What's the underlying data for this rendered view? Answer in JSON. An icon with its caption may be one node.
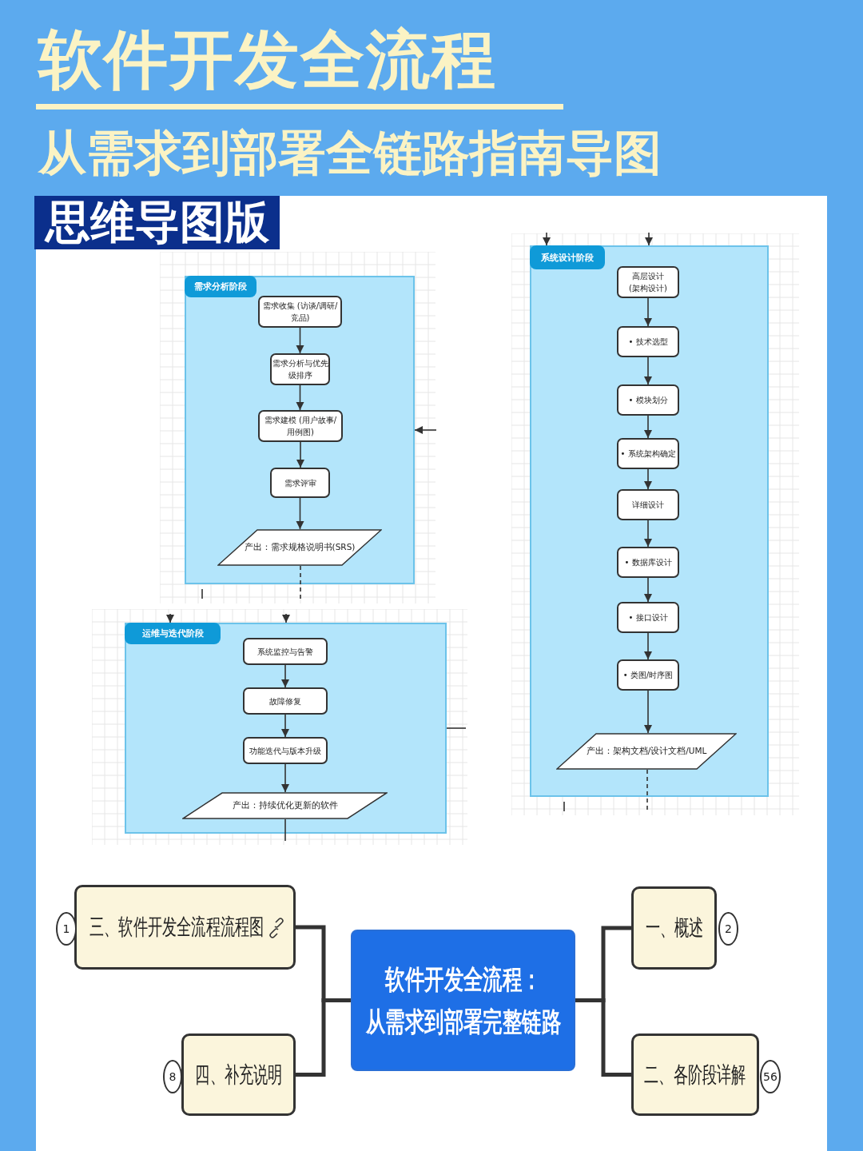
{
  "diagram": {
    "title": "软件开发全流程",
    "nodes": [
      {
        "text": [
          "需求分析阶段"
        ]
      },
      {
        "text": [
          "需求收集 (访谈/调研/竞品)"
        ],
        "in": 0
      },
      {
        "text": [
          "需求分析与优先级排序"
        ],
        "in": 0
      },
      {
        "text": [
          "需求建模 (用户故事/用例图)"
        ],
        "in": 0
      },
      {
        "text": [
          "需求评审"
        ],
        "in": 0
      },
      {
        "text": [
          "产出：需求规格说明书(SRS)"
        ],
        "in": 0
      },
      {
        "text": [
          "系统设计阶段"
        ]
      },
      {
        "text": [
          "高层设计 (架构设计)"
        ],
        "in": 6
      },
      {
        "text": [
          "• 技术选型"
        ],
        "in": 6
      },
      {
        "text": [
          "• 模块划分"
        ],
        "in": 6
      },
      {
        "text": [
          "• 系统架构确定"
        ],
        "in": 6
      },
      {
        "text": [
          "详细设计"
        ],
        "in": 6
      },
      {
        "text": [
          "• 数据库设计"
        ],
        "in": 6
      },
      {
        "text": [
          "• 接口设计"
        ],
        "in": 6
      },
      {
        "text": [
          "• 类图/时序图"
        ],
        "in": 6
      },
      {
        "text": [
          "产出：架构文档/设计文档/UML"
        ],
        "in": 6
      },
      {
        "text": [
          "运维与迭代阶段"
        ]
      },
      {
        "text": [
          "系统监控与告警"
        ],
        "in": 16
      },
      {
        "text": [
          "故障修复"
        ],
        "in": 16
      },
      {
        "text": [
          "功能迭代与版本升级"
        ],
        "in": 16
      },
      {
        "text": [
          "产出：持续优化更新的软件"
        ],
        "in": 16
      },
      {
        "text": [
          "软件开发全流程：从需求到部署完整链路"
        ]
      },
      {
        "text": [
          "三、软件开发全流程流程图"
        ],
        "beside": [
          "1"
        ]
      },
      {
        "text": [
          "四、补充说明"
        ],
        "beside": [
          "8"
        ]
      },
      {
        "text": [
          "一、概述"
        ],
        "beside": [
          "2"
        ]
      },
      {
        "text": [
          "二、各阶段详解"
        ],
        "beside": [
          "56"
        ]
      }
    ],
    "edges": [
      {
        "from": 1,
        "to": 2,
        "arrow": "to"
      },
      {
        "from": 2,
        "to": 3,
        "arrow": "to"
      },
      {
        "from": 3,
        "to": 4,
        "arrow": "to"
      },
      {
        "from": 4,
        "to": 5,
        "arrow": "to"
      },
      {
        "from": 5,
        "to": null,
        "arrow": "none",
        "style": "dashed"
      },
      {
        "from": null,
        "to": 0,
        "arrow": "to"
      },
      {
        "from": null,
        "to": 6,
        "arrow": "to"
      },
      {
        "from": null,
        "to": 6,
        "arrow": "to"
      },
      {
        "from": 7,
        "to": 8,
        "arrow": "to"
      },
      {
        "from": 8,
        "to": 9,
        "arrow": "to"
      },
      {
        "from": 9,
        "to": 10,
        "arrow": "to"
      },
      {
        "from": 10,
        "to": 11,
        "arrow": "to"
      },
      {
        "from": 11,
        "to": 12,
        "arrow": "to"
      },
      {
        "from": 12,
        "to": 13,
        "arrow": "to"
      },
      {
        "from": 13,
        "to": 14,
        "arrow": "to"
      },
      {
        "from": 14,
        "to": 15,
        "arrow": "to"
      },
      {
        "from": 15,
        "to": null,
        "arrow": "none",
        "style": "dashed"
      },
      {
        "from": null,
        "to": 16,
        "arrow": "to"
      },
      {
        "from": null,
        "to": 16,
        "arrow": "to"
      },
      {
        "from": 17,
        "to": 18,
        "arrow": "to"
      },
      {
        "from": 18,
        "to": 19,
        "arrow": "to"
      },
      {
        "from": 19,
        "to": 20,
        "arrow": "to"
      },
      {
        "from": 20,
        "to": null,
        "arrow": "none"
      },
      {
        "from": 16,
        "to": null,
        "arrow": "none"
      },
      {
        "from": 21,
        "to": 22,
        "arrow": "none",
        "style": "thick"
      },
      {
        "from": 21,
        "to": 23,
        "arrow": "none",
        "style": "thick"
      },
      {
        "from": 21,
        "to": 24,
        "arrow": "none",
        "style": "thick"
      },
      {
        "from": 21,
        "to": 25,
        "arrow": "none",
        "style": "thick"
      }
    ],
    "labels": [
      "从需求到部署全链路指南导图",
      "思维导图版"
    ]
  }
}
